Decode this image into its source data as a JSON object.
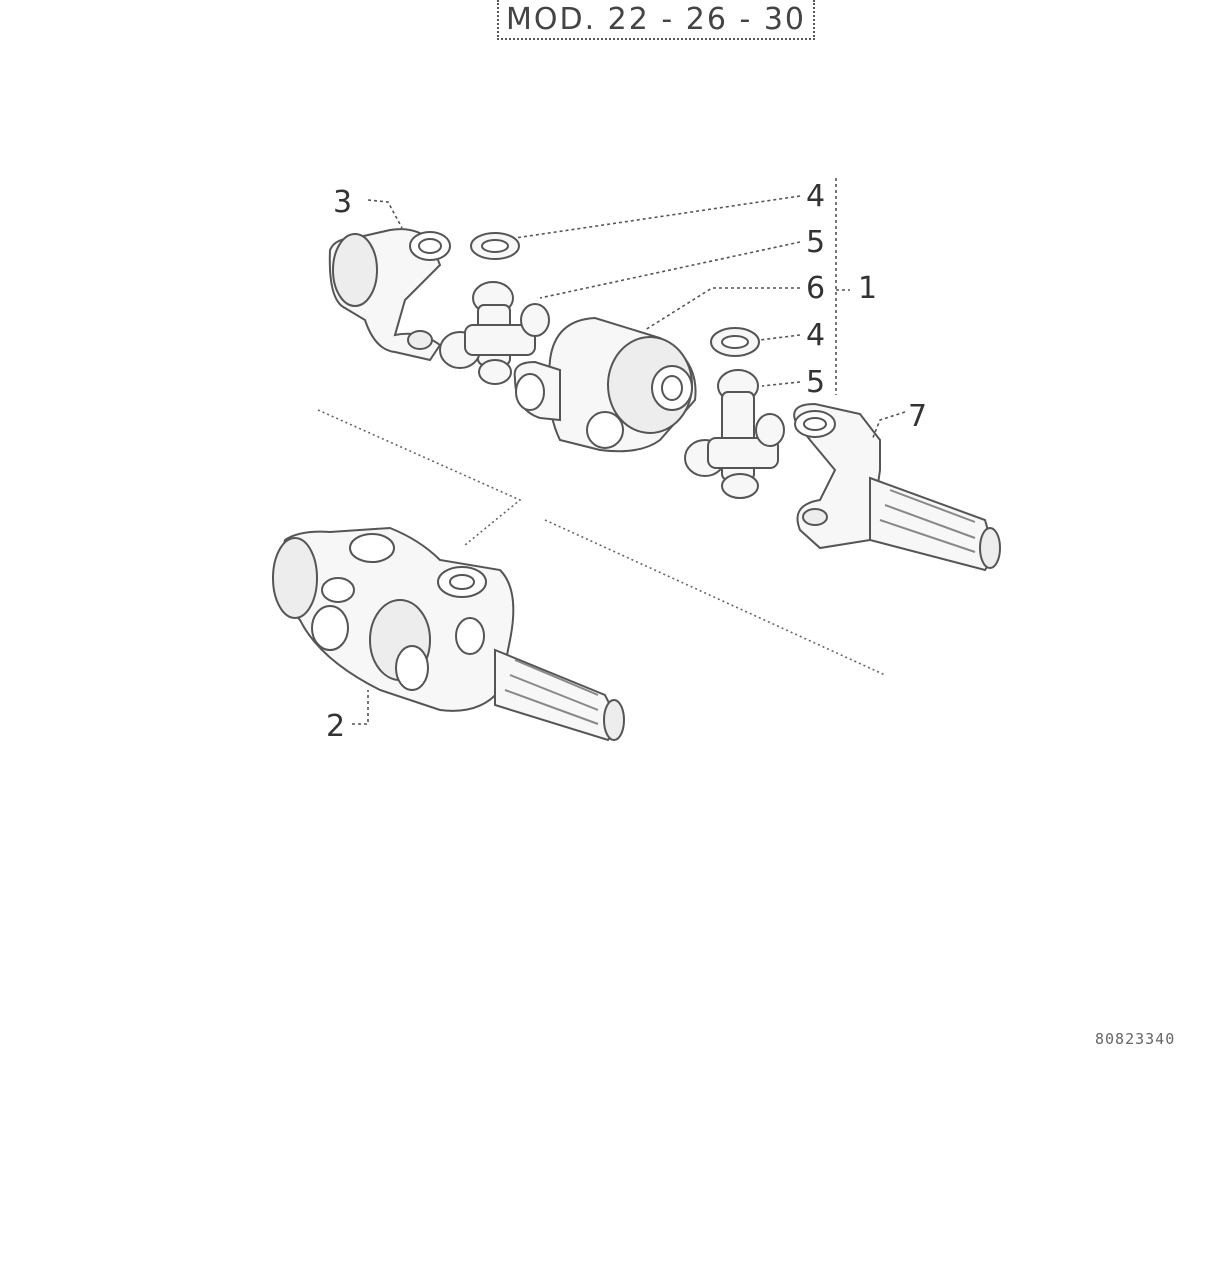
{
  "header": {
    "model_label": "MOD. 22 - 26 - 30"
  },
  "callouts": {
    "c1": "1",
    "c2": "2",
    "c3": "3",
    "c4a": "4",
    "c5a": "5",
    "c6": "6",
    "c4b": "4",
    "c5b": "5",
    "c7": "7"
  },
  "footer": {
    "reference_code": "80823340"
  }
}
